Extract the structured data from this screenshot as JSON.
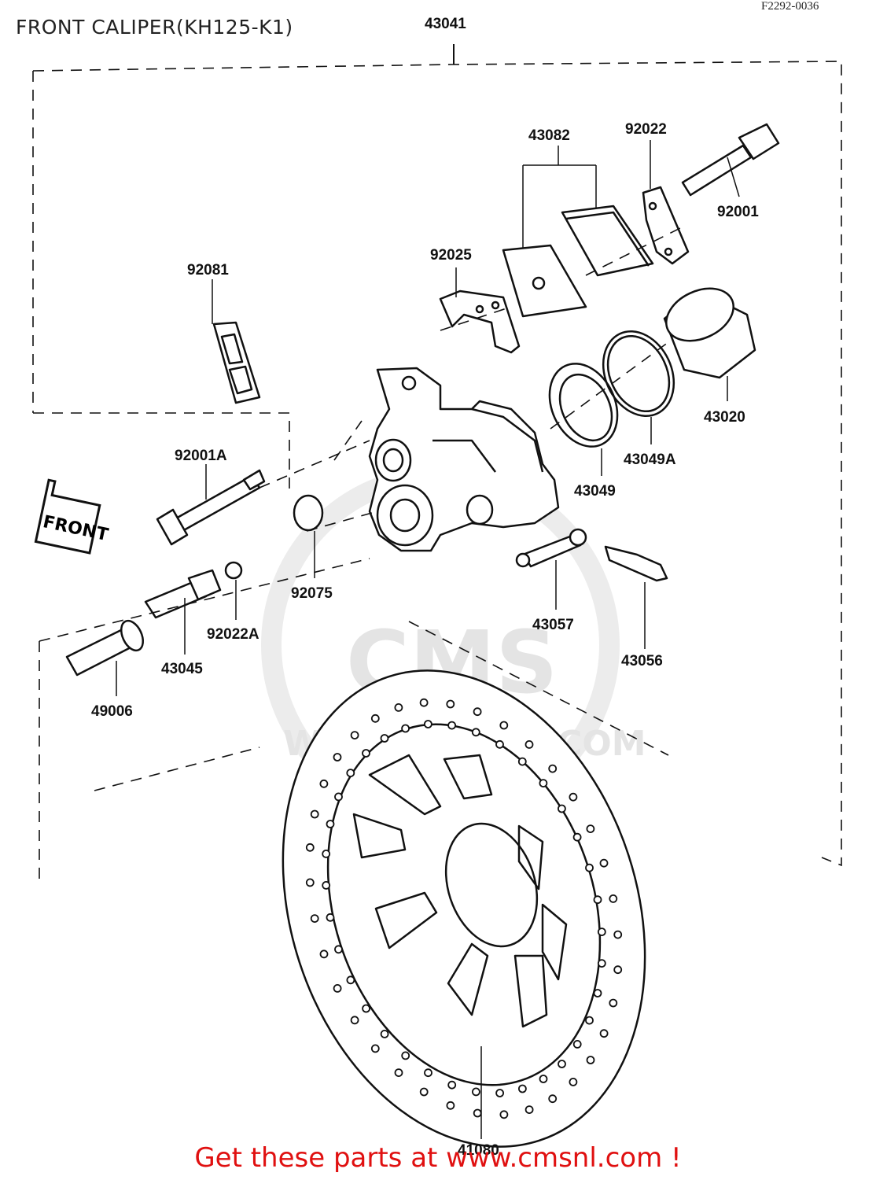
{
  "page": {
    "title": "FRONT CALIPER(KH125-K1)",
    "ref_code": "F2292-0036",
    "footer_cta": "Get these parts at www.cmsnl.com !"
  },
  "watermark": {
    "brand": "CMS",
    "url": "WWW.CMSNL.COM"
  },
  "front_marker": "FRONT",
  "parts": [
    {
      "id": "43041",
      "label": "43041"
    },
    {
      "id": "43082",
      "label": "43082"
    },
    {
      "id": "92022",
      "label": "92022"
    },
    {
      "id": "92001",
      "label": "92001"
    },
    {
      "id": "92081",
      "label": "92081"
    },
    {
      "id": "92025",
      "label": "92025"
    },
    {
      "id": "43020",
      "label": "43020"
    },
    {
      "id": "43049A",
      "label": "43049A"
    },
    {
      "id": "43049",
      "label": "43049"
    },
    {
      "id": "92001A",
      "label": "92001A"
    },
    {
      "id": "92075",
      "label": "92075"
    },
    {
      "id": "43057",
      "label": "43057"
    },
    {
      "id": "43056",
      "label": "43056"
    },
    {
      "id": "92022A",
      "label": "92022A"
    },
    {
      "id": "43045",
      "label": "43045"
    },
    {
      "id": "49006",
      "label": "49006"
    },
    {
      "id": "41080",
      "label": "41080"
    }
  ]
}
